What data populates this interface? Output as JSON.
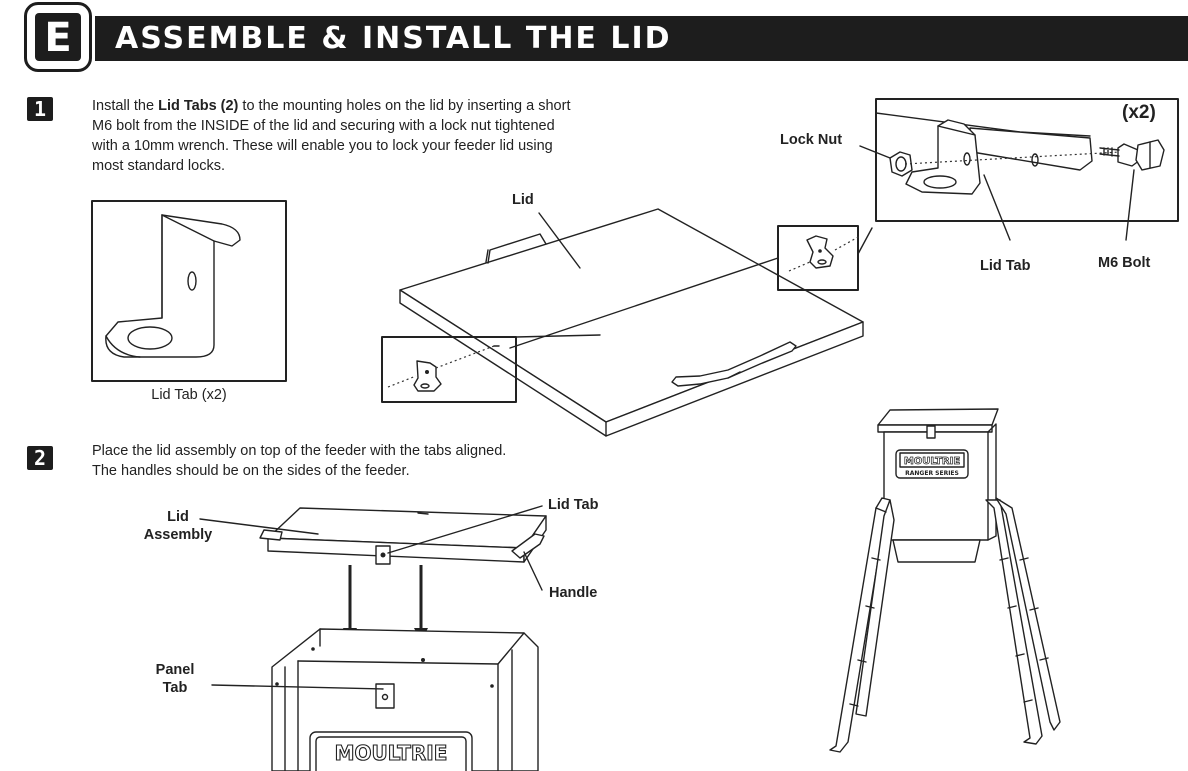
{
  "header": {
    "badge_letter": "E",
    "title": "ASSEMBLE & INSTALL THE LID"
  },
  "step1": {
    "number": "1",
    "text_pre": "Install the ",
    "text_bold_1": "Lid Tabs (2)",
    "text_line1_rest": " to the mounting holes on the lid by inserting a short",
    "text_line2": "M6 bolt from the INSIDE of the lid and securing with a lock nut tightened",
    "text_line3": "with a 10mm wrench. These will enable you to lock your feeder lid using",
    "text_line4": "most standard locks.",
    "tab_caption": "Lid Tab (x2)",
    "lid_label": "Lid",
    "detail": {
      "count": "(x2)",
      "lock_nut": "Lock Nut",
      "lid_tab": "Lid Tab",
      "m6_bolt": "M6 Bolt"
    }
  },
  "step2": {
    "number": "2",
    "text_line1": "Place the lid assembly on top of the feeder with the tabs aligned.",
    "text_line2": "The handles should be on the sides of the feeder.",
    "labels": {
      "lid_assembly_1": "Lid",
      "lid_assembly_2": "Assembly",
      "lid_tab": "Lid Tab",
      "handle": "Handle",
      "panel_tab_1": "Panel",
      "panel_tab_2": "Tab"
    },
    "brand_logo": "MOULTRIE",
    "brand_sub": "RANGER SERIES"
  }
}
